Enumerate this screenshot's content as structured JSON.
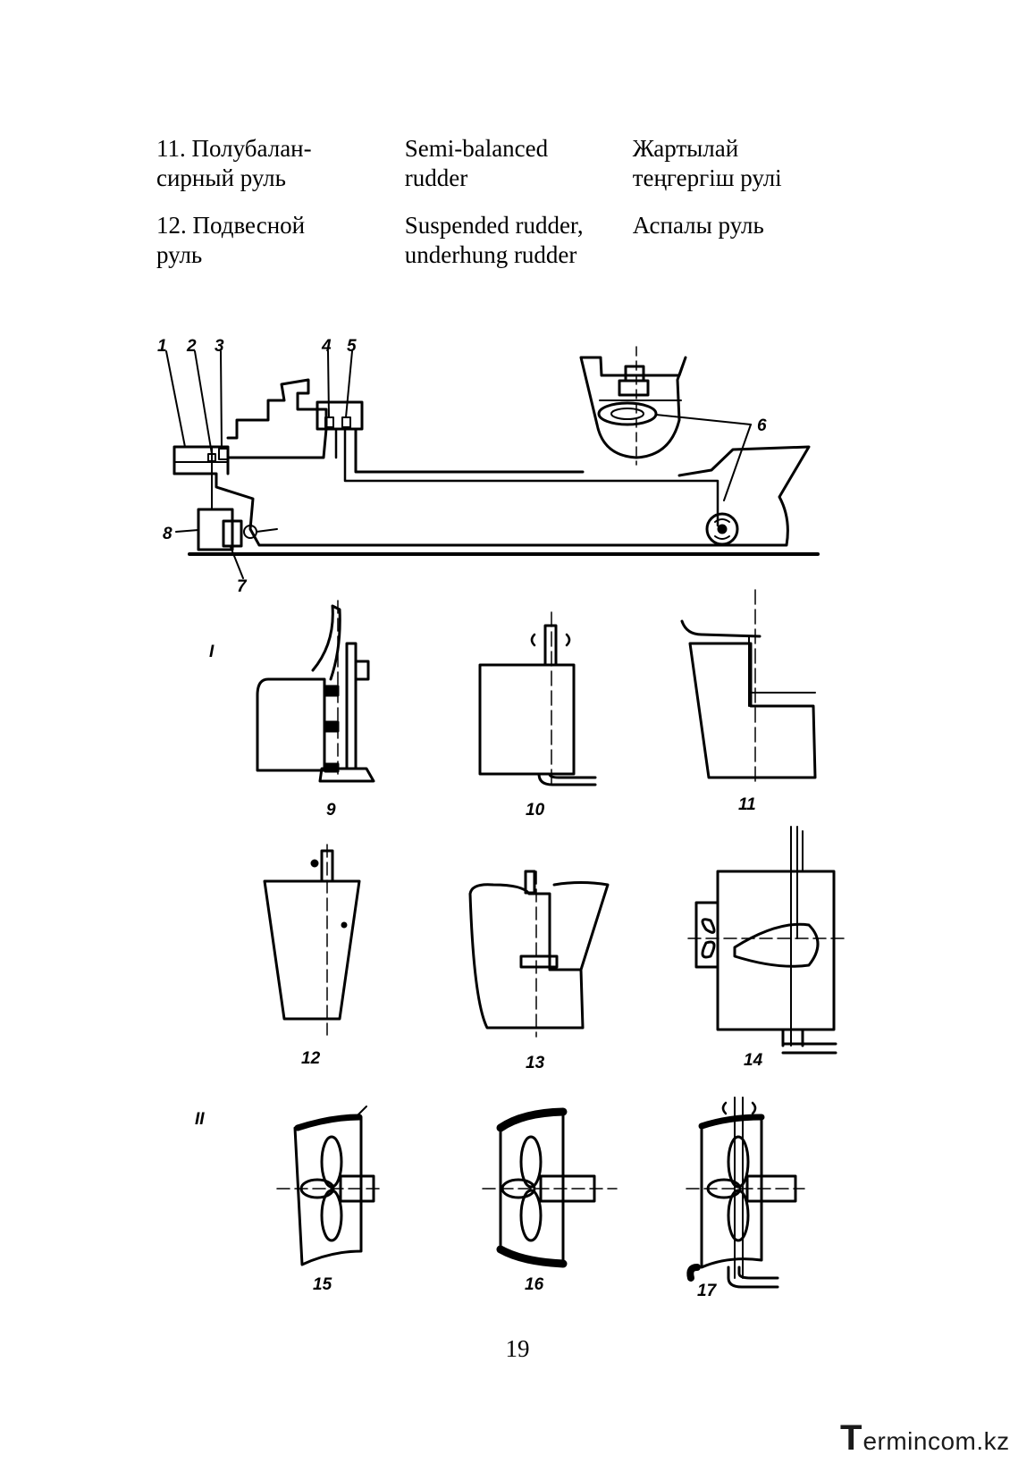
{
  "terms": [
    {
      "ru": [
        "11. Полубалан-",
        "сирный руль"
      ],
      "en": [
        "Semi-balanced",
        "rudder"
      ],
      "kz": [
        "Жартылай",
        "теңгергіш рулі"
      ]
    },
    {
      "ru": [
        "12. Подвесной",
        "руль"
      ],
      "en": [
        "Suspended rudder,",
        "underhung rudder"
      ],
      "kz": [
        "Аспалы руль"
      ]
    }
  ],
  "figure": {
    "callouts": [
      "1",
      "2",
      "3",
      "4",
      "5",
      "6",
      "7",
      "8"
    ],
    "panel_labels": [
      "9",
      "10",
      "11",
      "12",
      "13",
      "14",
      "15",
      "16",
      "17"
    ],
    "group_labels": [
      "I",
      "II"
    ]
  },
  "page_number": "19",
  "watermark": {
    "initial": "T",
    "rest": "ermincom.kz"
  }
}
